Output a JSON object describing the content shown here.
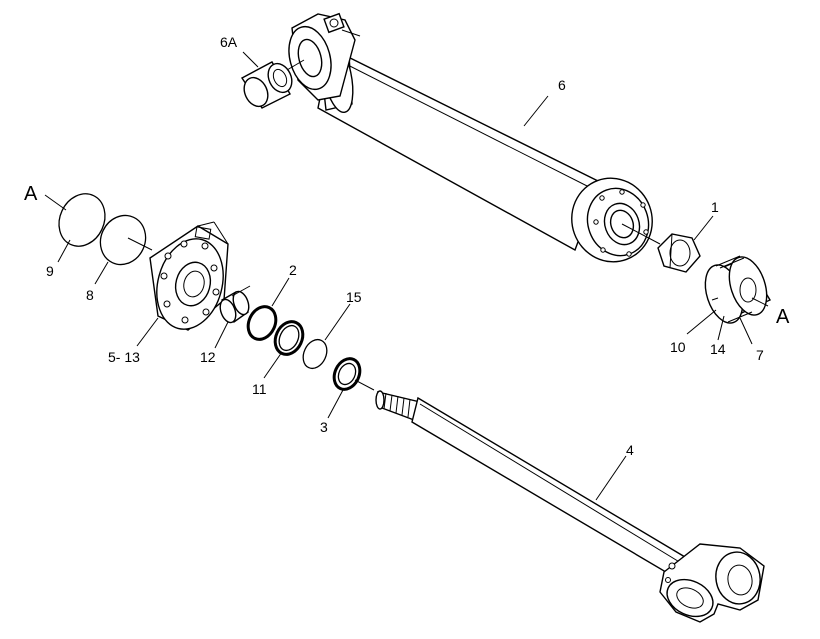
{
  "labels": {
    "l6a": "6A",
    "l6": "6",
    "l1": "1",
    "lA_left": "A",
    "lA_right": "A",
    "l9": "9",
    "l8": "8",
    "l5_13": "5- 13",
    "l12": "12",
    "l2": "2",
    "l11": "11",
    "l15": "15",
    "l3": "3",
    "l10": "10",
    "l14": "14",
    "l7": "7",
    "l4": "4"
  }
}
